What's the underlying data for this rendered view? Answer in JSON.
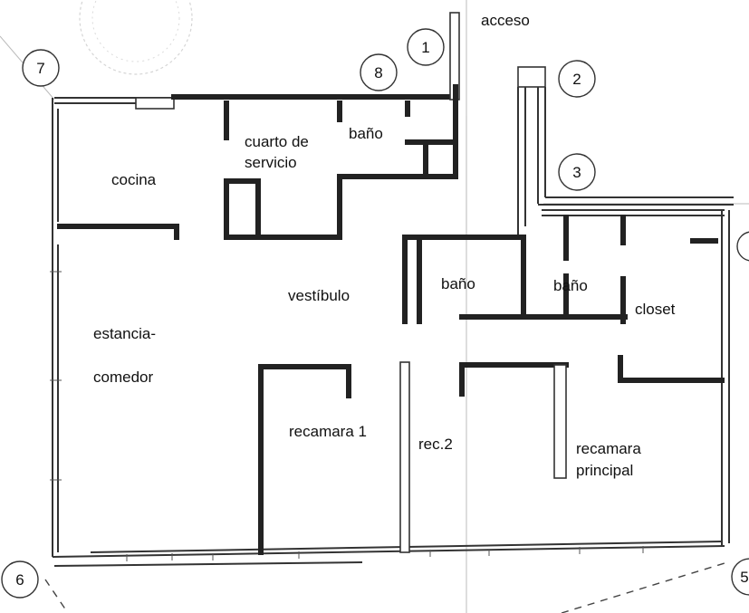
{
  "plan": {
    "rooms": {
      "acceso": "acceso",
      "bano_servicio": "baño",
      "cuarto_servicio_1": "cuarto de",
      "cuarto_servicio_2": "servicio",
      "cocina": "cocina",
      "vestibulo": "vestíbulo",
      "bano_1": "baño",
      "bano_2": "baño",
      "closet": "closet",
      "estancia_1": "estancia-",
      "estancia_2": "comedor",
      "recamara_1": "recamara 1",
      "rec_2": "rec.2",
      "recamara_principal_1": "recamara",
      "recamara_principal_2": "principal"
    },
    "markers": [
      "1",
      "2",
      "3",
      "5",
      "6",
      "7",
      "8"
    ]
  }
}
